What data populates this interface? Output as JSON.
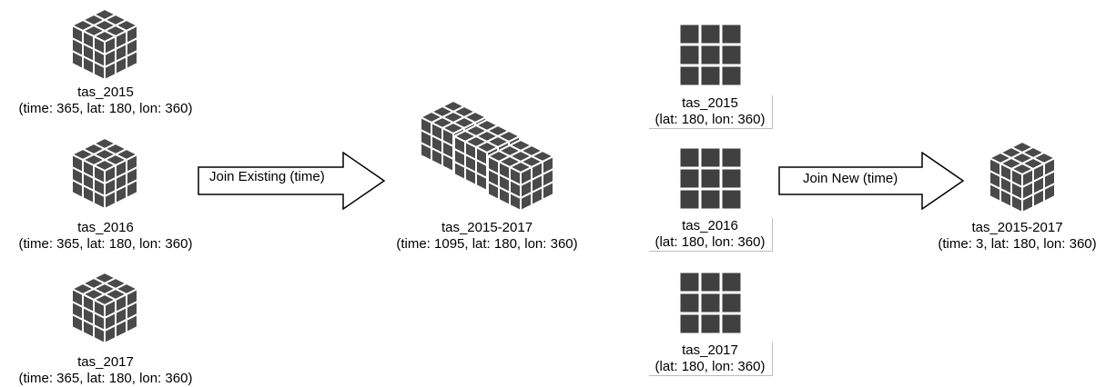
{
  "left": {
    "cubes": [
      {
        "name": "tas_2015",
        "dims": "(time: 365, lat: 180, lon: 360)"
      },
      {
        "name": "tas_2016",
        "dims": "(time: 365, lat: 180, lon: 360)"
      },
      {
        "name": "tas_2017",
        "dims": "(time: 365, lat: 180, lon: 360)"
      }
    ],
    "arrow_label": "Join Existing (time)",
    "result": {
      "name": "tas_2015-2017",
      "dims": "(time: 1095, lat: 180, lon: 360)"
    }
  },
  "right": {
    "grids": [
      {
        "name": "tas_2015",
        "dims": "(lat: 180, lon: 360)"
      },
      {
        "name": "tas_2016",
        "dims": "(lat: 180, lon: 360)"
      },
      {
        "name": "tas_2017",
        "dims": "(lat: 180, lon: 360)"
      }
    ],
    "arrow_label": "Join New (time)",
    "result": {
      "name": "tas_2015-2017",
      "dims": "(time: 3, lat: 180, lon: 360)"
    }
  },
  "colors": {
    "cube": "#4a4a4a",
    "grid": "#404040",
    "line": "#000000"
  }
}
